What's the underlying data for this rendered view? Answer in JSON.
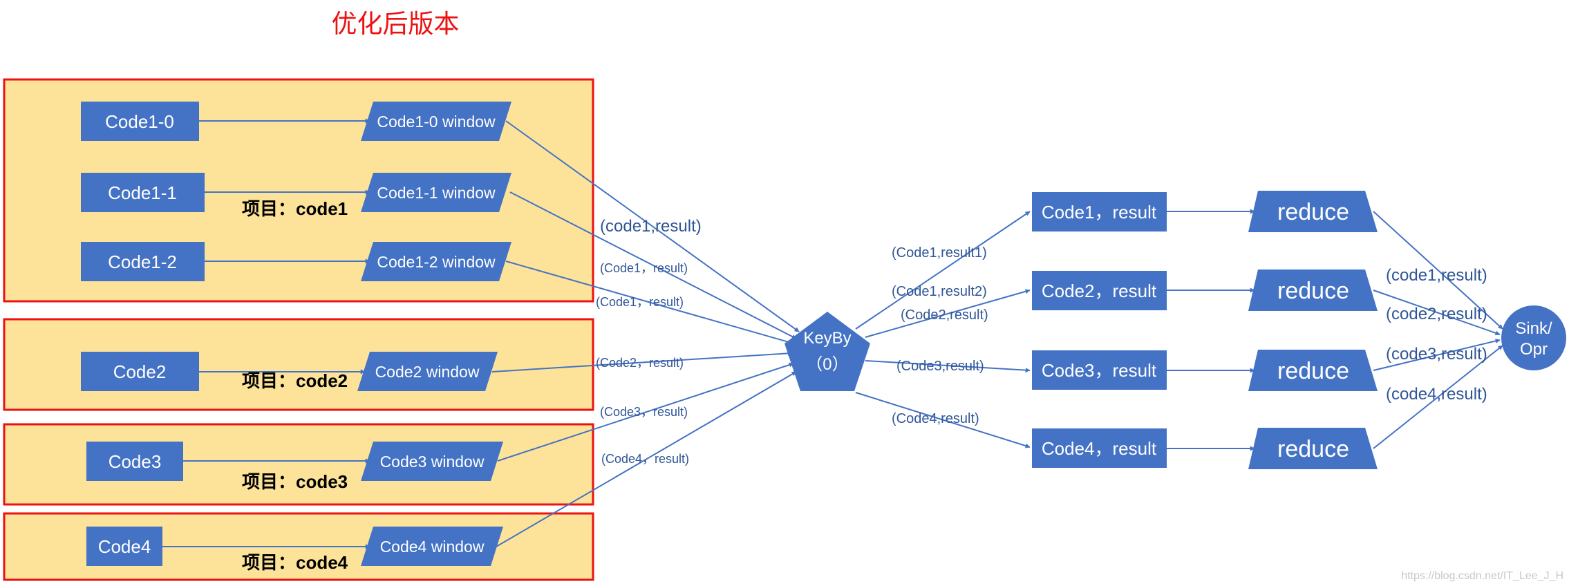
{
  "title": "优化后版本",
  "colors": {
    "title": "#ee1111",
    "group_fill": "#fde399",
    "group_border": "#ee1111",
    "node_fill": "#4472c4",
    "node_text": "#ffffff",
    "edge": "#4472c4",
    "label": "#2f5597",
    "project_label": "#000000"
  },
  "groups": [
    {
      "name": "group-code1",
      "project_label": "项目：code1"
    },
    {
      "name": "group-code2",
      "project_label": "项目：code2"
    },
    {
      "name": "group-code3",
      "project_label": "项目：code3"
    },
    {
      "name": "group-code4",
      "project_label": "项目：code4"
    }
  ],
  "sources": [
    "Code1-0",
    "Code1-1",
    "Code1-2",
    "Code2",
    "Code3",
    "Code4"
  ],
  "windows": [
    "Code1-0 window",
    "Code1-1 window",
    "Code1-2 window",
    "Code2 window",
    "Code3 window",
    "Code4 window"
  ],
  "keyby": {
    "line1": "KeyBy",
    "line2": "（0）",
    "icon": "pentagon-icon"
  },
  "keyed_results": [
    "Code1，result",
    "Code2，result",
    "Code3，result",
    "Code4，result"
  ],
  "reduce_label": "reduce",
  "reducers": [
    "reduce",
    "reduce",
    "reduce",
    "reduce"
  ],
  "sink": {
    "line1": "Sink/",
    "line2": "Opr"
  },
  "incoming_edge_labels": [
    "(code1,result)",
    "(Code1，result)",
    "(Code1，result)",
    "(Code2，result)",
    "(Code3，result)",
    "(Code4，result)"
  ],
  "keyby_edge_labels": [
    "(Code1,result1)",
    "(Code1,result2)",
    "(Code2,result)",
    "(Code3,result)",
    "(Code4,result)"
  ],
  "sink_edge_labels": [
    "(code1,result)",
    "(code2,result)",
    "(code3,result)",
    "(code4,result)"
  ],
  "watermark": "https://blog.csdn.net/IT_Lee_J_H"
}
